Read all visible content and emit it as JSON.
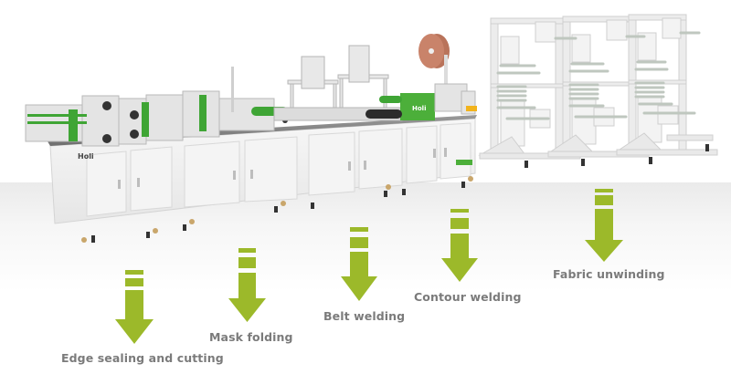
{
  "product": {
    "brand_badge": "Holi",
    "cabinet_brand": "Holi"
  },
  "colors": {
    "accent_green": "#9cb92a",
    "label_gray": "#7b7b7b",
    "machine_green": "#4caf3a",
    "spool_copper": "#b9735a"
  },
  "stations": [
    {
      "id": "edge-sealing",
      "label": "Edge sealing and cutting",
      "icon": "down-arrow-icon"
    },
    {
      "id": "mask-folding",
      "label": "Mask folding",
      "icon": "down-arrow-icon"
    },
    {
      "id": "belt-welding",
      "label": "Belt welding",
      "icon": "down-arrow-icon"
    },
    {
      "id": "contour-welding",
      "label": "Contour welding",
      "icon": "down-arrow-icon"
    },
    {
      "id": "fabric-unwinding",
      "label": "Fabric unwinding",
      "icon": "down-arrow-icon"
    }
  ]
}
